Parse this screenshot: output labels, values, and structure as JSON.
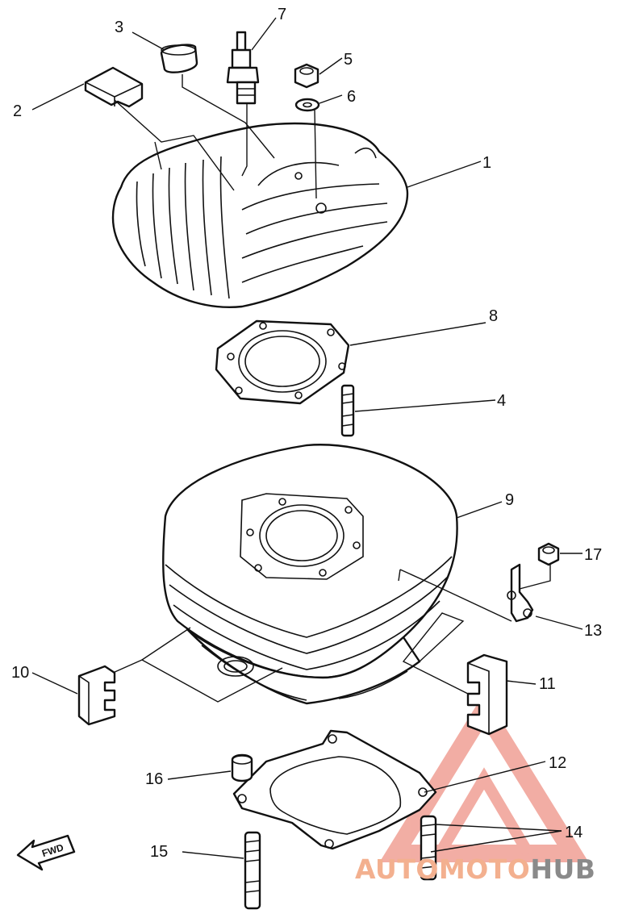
{
  "diagram": {
    "fwd_label": "FWD",
    "callouts": [
      {
        "id": "c1",
        "text": "1"
      },
      {
        "id": "c2",
        "text": "2"
      },
      {
        "id": "c3",
        "text": "3"
      },
      {
        "id": "c4",
        "text": "4"
      },
      {
        "id": "c5",
        "text": "5"
      },
      {
        "id": "c6",
        "text": "6"
      },
      {
        "id": "c7",
        "text": "7"
      },
      {
        "id": "c8",
        "text": "8"
      },
      {
        "id": "c9",
        "text": "9"
      },
      {
        "id": "c10",
        "text": "10"
      },
      {
        "id": "c11",
        "text": "11"
      },
      {
        "id": "c12",
        "text": "12"
      },
      {
        "id": "c13",
        "text": "13"
      },
      {
        "id": "c14",
        "text": "14"
      },
      {
        "id": "c15",
        "text": "15"
      },
      {
        "id": "c16",
        "text": "16"
      },
      {
        "id": "c17",
        "text": "17"
      }
    ]
  },
  "watermark": {
    "part1": "AUTO",
    "part2": "MOTO",
    "part3": "HUB",
    "color_accent": "#e86b5a",
    "color_gray": "#8a8a8a"
  }
}
